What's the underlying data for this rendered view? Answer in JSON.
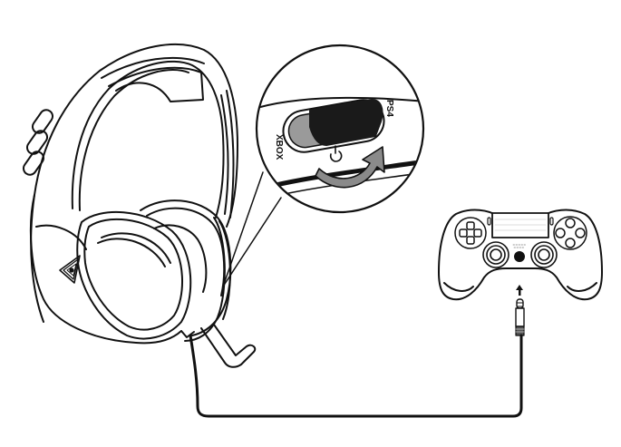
{
  "diagram": {
    "type": "product-setup-illustration",
    "colors": {
      "background": "#ffffff",
      "line": "#111111",
      "switch_dark": "#1a1a1a",
      "switch_gray": "#9a9a9a",
      "arrow_gray": "#8a8a8a"
    },
    "components": {
      "headset": {
        "label": "Gaming headset with boom microphone"
      },
      "switch_inset": {
        "label_left": "XBOX",
        "label_right": "PS4",
        "power_icon": "power-icon",
        "rotate_arrow": "curved-arrow-icon"
      },
      "controller": {
        "label": "PS4 controller"
      },
      "plug": {
        "label": "3.5mm audio jack",
        "direction_arrow": "up-arrow-icon"
      },
      "cable": {
        "label": "Headset cable"
      }
    }
  }
}
